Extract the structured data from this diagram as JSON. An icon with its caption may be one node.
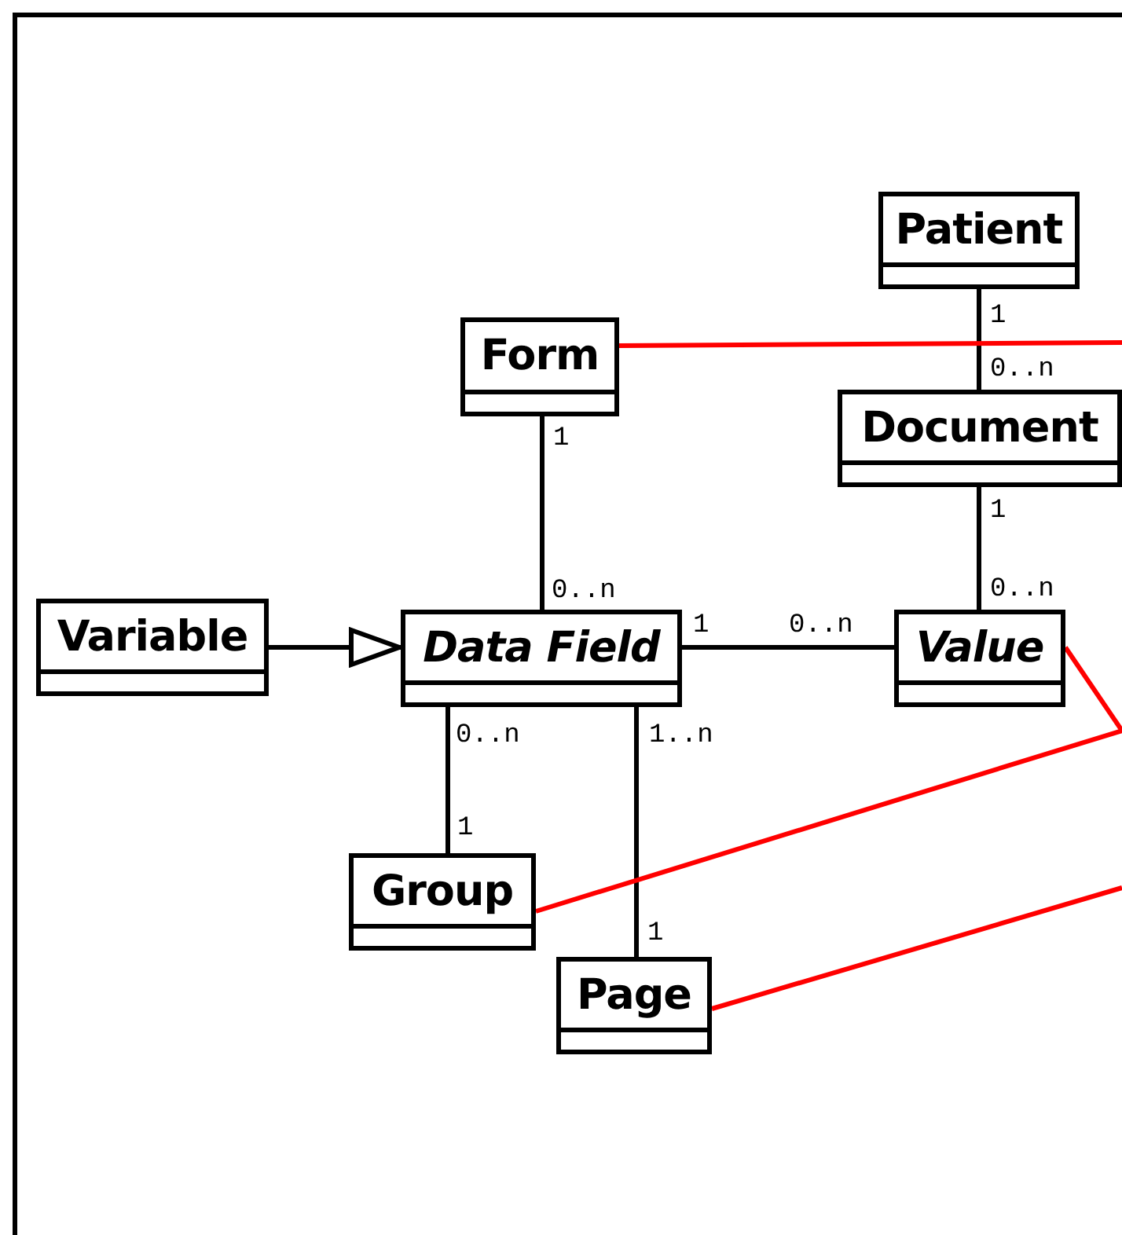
{
  "diagram": {
    "nodes": [
      {
        "text": [
          "Patient"
        ]
      },
      {
        "text": [
          "Form"
        ]
      },
      {
        "text": [
          "Document"
        ]
      },
      {
        "text": [
          "Variable"
        ]
      },
      {
        "text": [
          "Data Field"
        ]
      },
      {
        "text": [
          "Value"
        ]
      },
      {
        "text": [
          "Group"
        ]
      },
      {
        "text": [
          "Page"
        ]
      }
    ],
    "edges": [
      {
        "from": 0,
        "to": 2,
        "arrow": "none"
      },
      {
        "from": 1,
        "to": 4,
        "arrow": "none"
      },
      {
        "from": 2,
        "to": 5,
        "arrow": "none"
      },
      {
        "from": 3,
        "to": 4,
        "arrow": "to"
      },
      {
        "from": 4,
        "to": 5,
        "arrow": "none"
      },
      {
        "from": 4,
        "to": 6,
        "arrow": "none"
      },
      {
        "from": 4,
        "to": 7,
        "arrow": "none"
      },
      {
        "from": 1,
        "to": null,
        "arrow": "none",
        "color": "#ff0000"
      },
      {
        "from": 5,
        "to": null,
        "arrow": "none",
        "color": "#ff0000"
      },
      {
        "from": 6,
        "to": null,
        "arrow": "none",
        "color": "#ff0000"
      },
      {
        "from": 7,
        "to": null,
        "arrow": "none",
        "color": "#ff0000"
      }
    ],
    "labels": [
      "1",
      "0..n",
      "1",
      "1",
      "0..n",
      "0..n",
      "1",
      "0..n",
      "0..n",
      "1..n",
      "1",
      "1"
    ]
  }
}
